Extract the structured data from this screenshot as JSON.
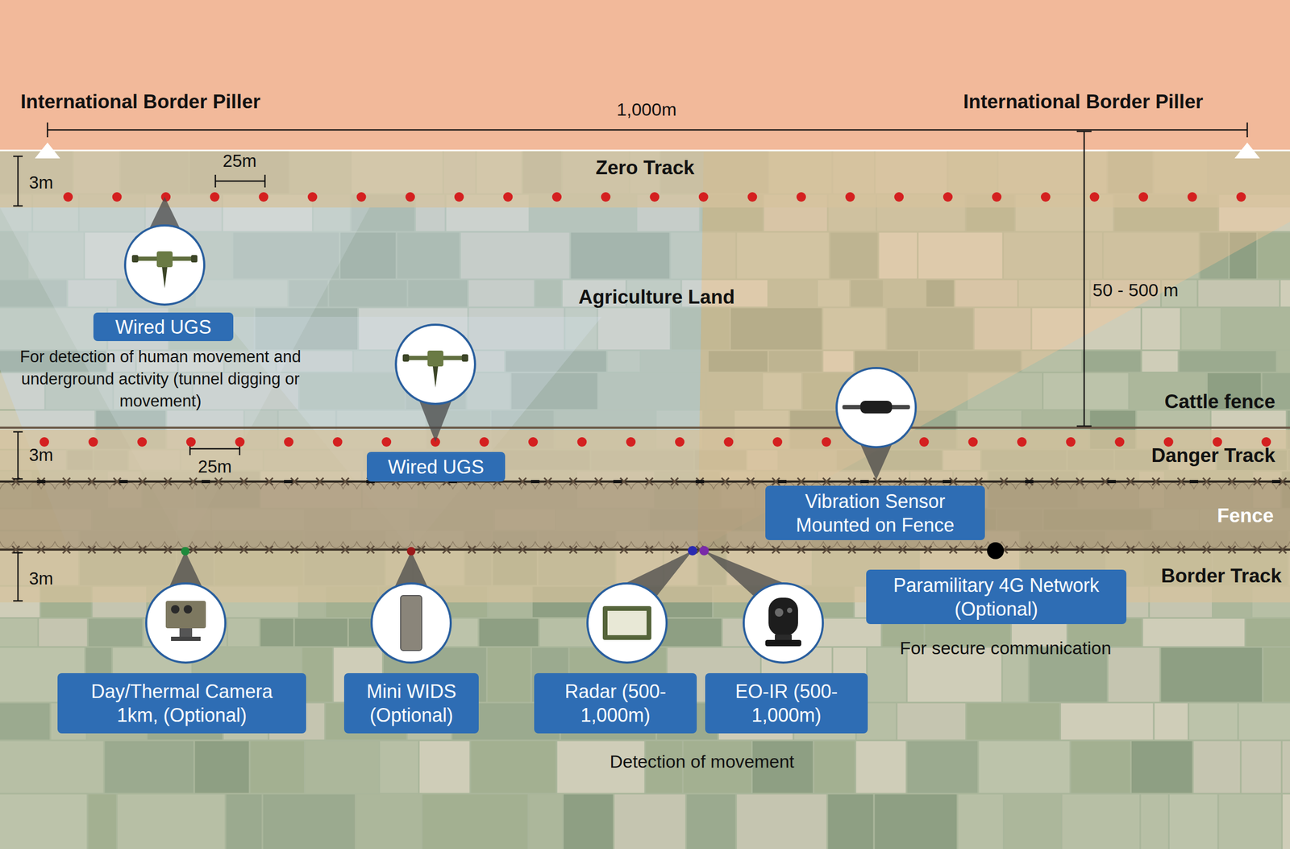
{
  "diagram": {
    "nodes": [
      {
        "text": [
          "Zero Track"
        ]
      },
      {
        "text": [
          "Wired UGS"
        ]
      },
      {
        "text": [
          "Wired UGS"
        ]
      },
      {
        "text": [
          "Vibration Sensor Mounted on Fence"
        ]
      },
      {
        "text": [
          "Danger Track"
        ]
      },
      {
        "text": [
          "Fence"
        ]
      },
      {
        "text": [
          "Border Track"
        ]
      },
      {
        "text": [
          "Paramilitary 4G Network (Optional)"
        ]
      },
      {
        "text": [
          "Day/Thermal Camera 1km, (Optional)"
        ]
      },
      {
        "text": [
          "Mini WIDS (Optional)"
        ]
      },
      {
        "text": [
          "Radar (500-1,000m)"
        ]
      },
      {
        "text": [
          "EO-IR (500-1,000m)"
        ]
      }
    ],
    "labels": [
      "International Border Piller",
      "1,000m",
      "International Border Piller",
      "3m",
      "25m",
      "Agriculture Land",
      "50 - 500 m",
      "For detection of human movement and underground activity (tunnel digging or movement)",
      "Cattle fence",
      "3m",
      "25m",
      "3m",
      "For secure communication",
      "Detection of movement"
    ]
  }
}
